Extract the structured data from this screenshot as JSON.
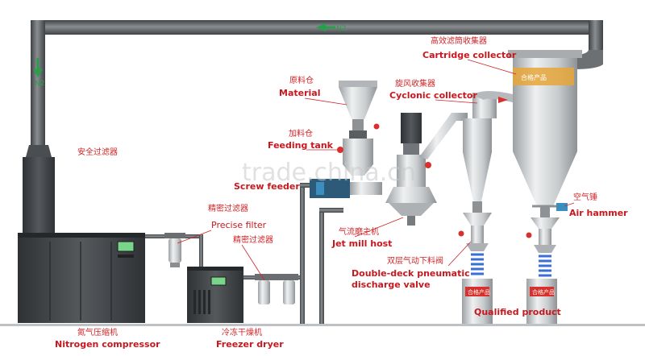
{
  "diagram": {
    "gas_line_label_top": "N2",
    "gas_line_label_left": "N2",
    "watermark": "trade.china.cn",
    "components": {
      "cartridge_collector": {
        "label_cn": "高效滤筒收集器",
        "label_en": "Cartridge collector",
        "plate_text": "合格产品"
      },
      "material": {
        "label_cn": "原料仓",
        "label_en": "Material"
      },
      "cyclonic_collector": {
        "label_cn": "旋风收集器",
        "label_en": "Cyclonic collector"
      },
      "feeding_tank": {
        "label_cn": "加料仓",
        "label_en": "Feeding tank"
      },
      "safety_filter": {
        "label_cn": "安全过滤器"
      },
      "screw_feeder": {
        "label_en": "Screw feeder"
      },
      "air_hammer": {
        "label_cn": "空气锤",
        "label_en": "Air hammer"
      },
      "precise_filter_1": {
        "label_cn": "精密过滤器",
        "label_en": "Precise filter"
      },
      "precise_filter_2": {
        "label_cn": "精密过滤器"
      },
      "jet_mill": {
        "label_cn": "气流磨主机",
        "label_en": "Jet mill host"
      },
      "discharge_valve": {
        "label_cn": "双层气动下料阀",
        "label_en_line1": "Double-deck pneumatic",
        "label_en_line2": "discharge valve"
      },
      "qualified_product": {
        "label_en": "Qualified product",
        "barrel_tag": "合格产品"
      },
      "nitrogen_compressor": {
        "label_cn": "氮气压缩机",
        "label_en": "Nitrogen compressor"
      },
      "freezer_dryer": {
        "label_cn": "冷冻干燥机",
        "label_en": "Freezer dryer"
      }
    }
  },
  "colors": {
    "pipe": "#5a5e62",
    "tank": "#cfd2d4",
    "machine": "#3d4144",
    "label_red": "#d0262a",
    "arrow_green": "#28a04a",
    "valve_red": "#d8312d",
    "coil_blue": "#3b6fd6"
  }
}
